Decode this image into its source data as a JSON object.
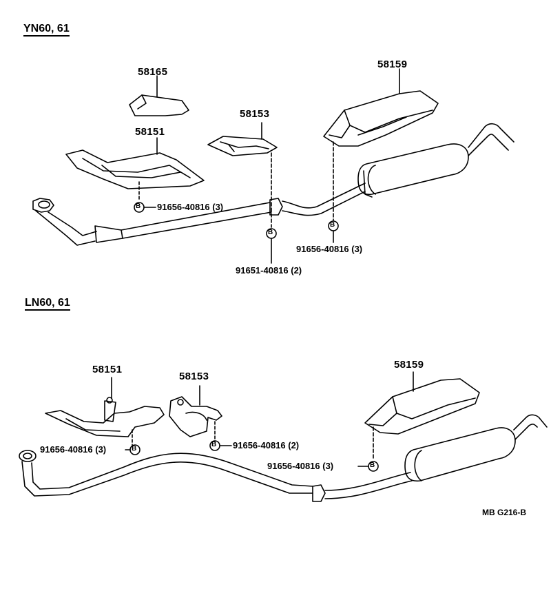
{
  "sections": {
    "top": {
      "title": "YN60, 61"
    },
    "bottom": {
      "title": "LN60, 61"
    }
  },
  "top_parts": {
    "p58165": "58165",
    "p58151": "58151",
    "p58153": "58153",
    "p58159": "58159",
    "bolt_a": "91656-40816 (3)",
    "bolt_b": "91651-40816 (2)",
    "bolt_c": "91656-40816 (3)"
  },
  "bottom_parts": {
    "p58151": "58151",
    "p58153": "58153",
    "p58159": "58159",
    "bolt_a": "91656-40816 (3)",
    "bolt_b": "91656-40816 (2)",
    "bolt_c": "91656-40816 (3)"
  },
  "callout_letter": "B",
  "figure_code": "MB G216-B"
}
